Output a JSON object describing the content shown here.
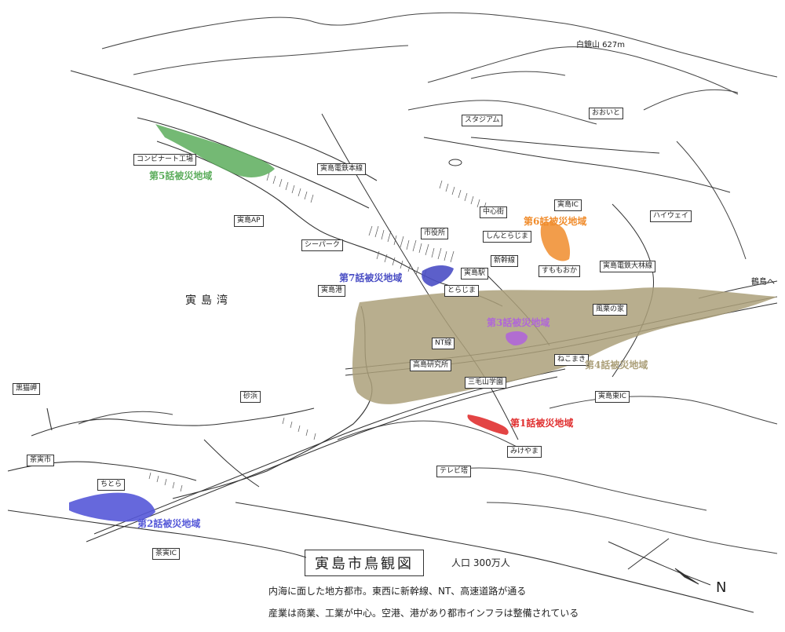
{
  "mountain": "白鏡山 627m",
  "bay": "寅島湾",
  "title": "寅島市鳥観図",
  "population": "人口 300万人",
  "description": [
    "内海に面した地方都市。東西に新幹線、NT、高速道路が通る",
    "産業は商業、工業が中心。空港、港があり都市インフラは整備されている"
  ],
  "north": "N",
  "labels": {
    "stadium": "スタジアム",
    "oaito": "おおいと",
    "kombinat": "コンビナート工場",
    "honsen": "寅島電鉄本線",
    "airport": "寅島AP",
    "seaport": "シーパーク",
    "chuogai": "中心街",
    "yakusho": "市役所",
    "torajima_ic": "寅島IC",
    "highway": "ハイウェイ",
    "shintorajima": "しんとらじま",
    "shinkansen": "新幹線",
    "torajimaeki": "寅島駅",
    "sumomoka": "すももおか",
    "ohbayashi": "寅島電鉄大林線",
    "torajima_small": "とらじま",
    "port": "寅島港",
    "fuuri": "風栗の家",
    "nt_line": "NT線",
    "kenkyu": "高島研究所",
    "nekomaki": "ねこまき",
    "sanmozan": "三毛山学園",
    "torajima_east_ic": "寅島東IC",
    "kurotora": "黒猫岬",
    "sunahama": "砂浜",
    "mikeyama": "みけやま",
    "tv": "テレビ塔",
    "chatora": "茶寅市",
    "chitora": "ちとら",
    "chatora_ic": "茶寅IC",
    "tsurushima": "鶴島へ"
  },
  "zones": {
    "z1": "第1話被災地域",
    "z2": "第2話被災地域",
    "z3": "第3話被災地域",
    "z4": "第4話被災地域",
    "z5": "第5話被災地域",
    "z6": "第6話被災地域",
    "z7": "第7話被災地域"
  },
  "colors": {
    "z1": "#e03030",
    "z2": "#5558d8",
    "z3": "#b066d8",
    "z4": "#aca07a",
    "z5": "#5cad5c",
    "z6": "#f08c2c",
    "z7": "#4a4ec4",
    "ink": "#333333"
  }
}
